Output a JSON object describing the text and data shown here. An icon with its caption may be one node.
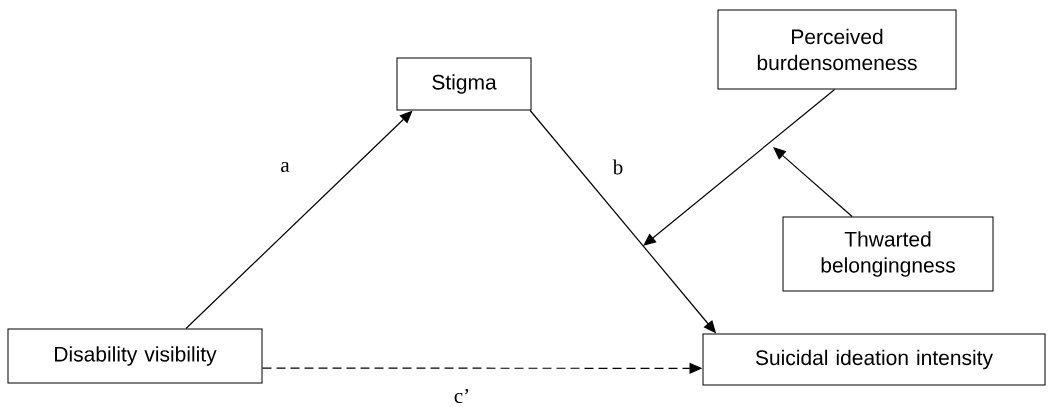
{
  "diagram": {
    "nodes": [
      {
        "text": [
          "Stigma"
        ]
      },
      {
        "text": [
          "Perceived burdensomeness"
        ]
      },
      {
        "text": [
          "Thwarted belongingness"
        ]
      },
      {
        "text": [
          "Disability visibility"
        ]
      },
      {
        "text": [
          "Suicidal ideation intensity"
        ]
      }
    ],
    "edges": [
      {
        "from": 3,
        "to": 0,
        "arrow": "to",
        "label": "a"
      },
      {
        "from": 0,
        "to": 4,
        "arrow": "to",
        "label": "b"
      },
      {
        "from": 3,
        "to": 4,
        "arrow": "to",
        "style": "dashed",
        "label": "c’"
      },
      {
        "from": 1,
        "to": null,
        "arrow": "to"
      },
      {
        "from": 2,
        "to": null,
        "arrow": "to"
      }
    ]
  }
}
